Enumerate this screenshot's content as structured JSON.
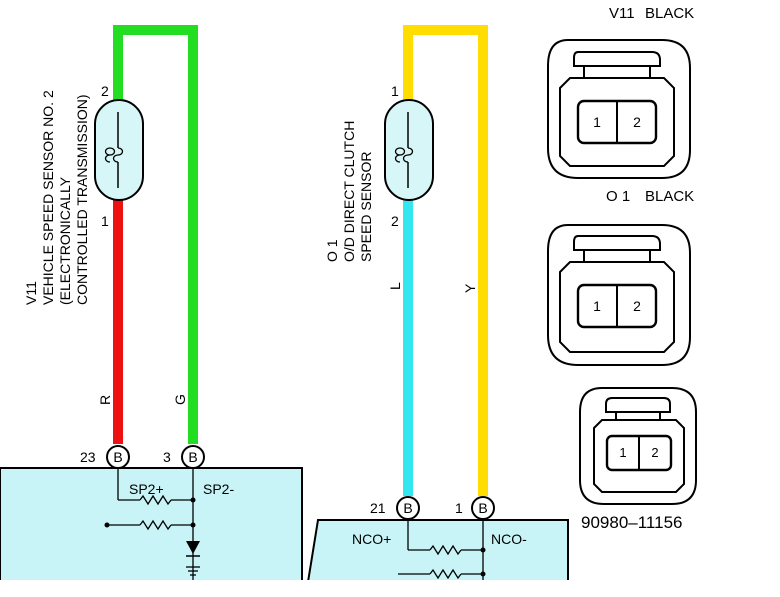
{
  "colors": {
    "green": "#22dd22",
    "red": "#ee1111",
    "yellow": "#ffdd00",
    "cyan": "#33e6f0",
    "ecu_fill": "#c8f4f7",
    "sensor_fill": "#d6f6f8"
  },
  "sensor_v11": {
    "code": "V11",
    "name_line1": "VEHICLE SPEED SENSOR NO. 2",
    "name_line2": "(ELECTRONICALLY",
    "name_line3": "CONTROLLED TRANSMISSION)",
    "pin_top": "2",
    "pin_bottom": "1",
    "wire_left": "R",
    "wire_right": "G"
  },
  "sensor_o1": {
    "code": "O 1",
    "name_line1": "O/D DIRECT CLUTCH",
    "name_line2": "SPEED SENSOR",
    "pin_top": "1",
    "pin_bottom": "2",
    "wire_left": "L",
    "wire_right": "Y"
  },
  "ecu_left": {
    "pin_a_num": "23",
    "pin_b_num": "3",
    "connector": "B",
    "label_a": "SP2+",
    "label_b": "SP2-"
  },
  "ecu_right": {
    "pin_a_num": "21",
    "pin_b_num": "1",
    "connector": "B",
    "label_a": "NCO+",
    "label_b": "NCO-"
  },
  "connectors": {
    "v11_title": "V11",
    "v11_color": "BLACK",
    "o1_title": "O 1",
    "o1_color": "BLACK",
    "pin1": "1",
    "pin2": "2",
    "part_number": "90980–11156"
  }
}
